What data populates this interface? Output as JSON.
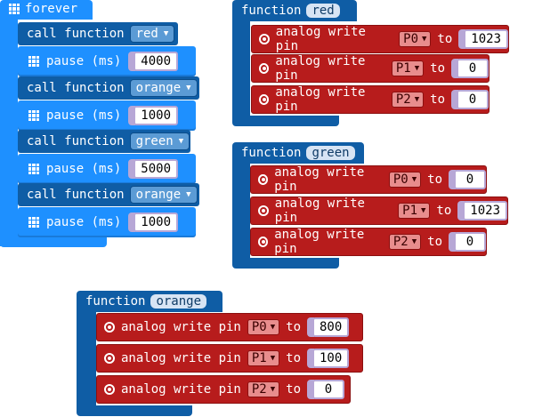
{
  "forever": {
    "label": "forever",
    "steps": [
      {
        "call_label": "call function",
        "function": "red",
        "pause_label": "pause (ms)",
        "pause": "4000"
      },
      {
        "call_label": "call function",
        "function": "orange",
        "pause_label": "pause (ms)",
        "pause": "1000"
      },
      {
        "call_label": "call function",
        "function": "green",
        "pause_label": "pause (ms)",
        "pause": "5000"
      },
      {
        "call_label": "call function",
        "function": "orange",
        "pause_label": "pause (ms)",
        "pause": "1000"
      }
    ]
  },
  "functions": {
    "red": {
      "keyword": "function",
      "name": "red",
      "rows": [
        {
          "label": "analog write pin",
          "pin": "P0",
          "to": "to",
          "value": "1023"
        },
        {
          "label": "analog write pin",
          "pin": "P1",
          "to": "to",
          "value": "0"
        },
        {
          "label": "analog write pin",
          "pin": "P2",
          "to": "to",
          "value": "0"
        }
      ]
    },
    "green": {
      "keyword": "function",
      "name": "green",
      "rows": [
        {
          "label": "analog write pin",
          "pin": "P0",
          "to": "to",
          "value": "0"
        },
        {
          "label": "analog write pin",
          "pin": "P1",
          "to": "to",
          "value": "1023"
        },
        {
          "label": "analog write pin",
          "pin": "P2",
          "to": "to",
          "value": "0"
        }
      ]
    },
    "orange": {
      "keyword": "function",
      "name": "orange",
      "rows": [
        {
          "label": "analog write pin",
          "pin": "P0",
          "to": "to",
          "value": "800"
        },
        {
          "label": "analog write pin",
          "pin": "P1",
          "to": "to",
          "value": "100"
        },
        {
          "label": "analog write pin",
          "pin": "P2",
          "to": "to",
          "value": "0"
        }
      ]
    }
  },
  "colors": {
    "loop_blue": "#1e90ff",
    "function_blue": "#0f5da5",
    "pins_red": "#b71c1c"
  },
  "icons": {
    "loop": "grid-icon",
    "pins": "target-icon"
  }
}
